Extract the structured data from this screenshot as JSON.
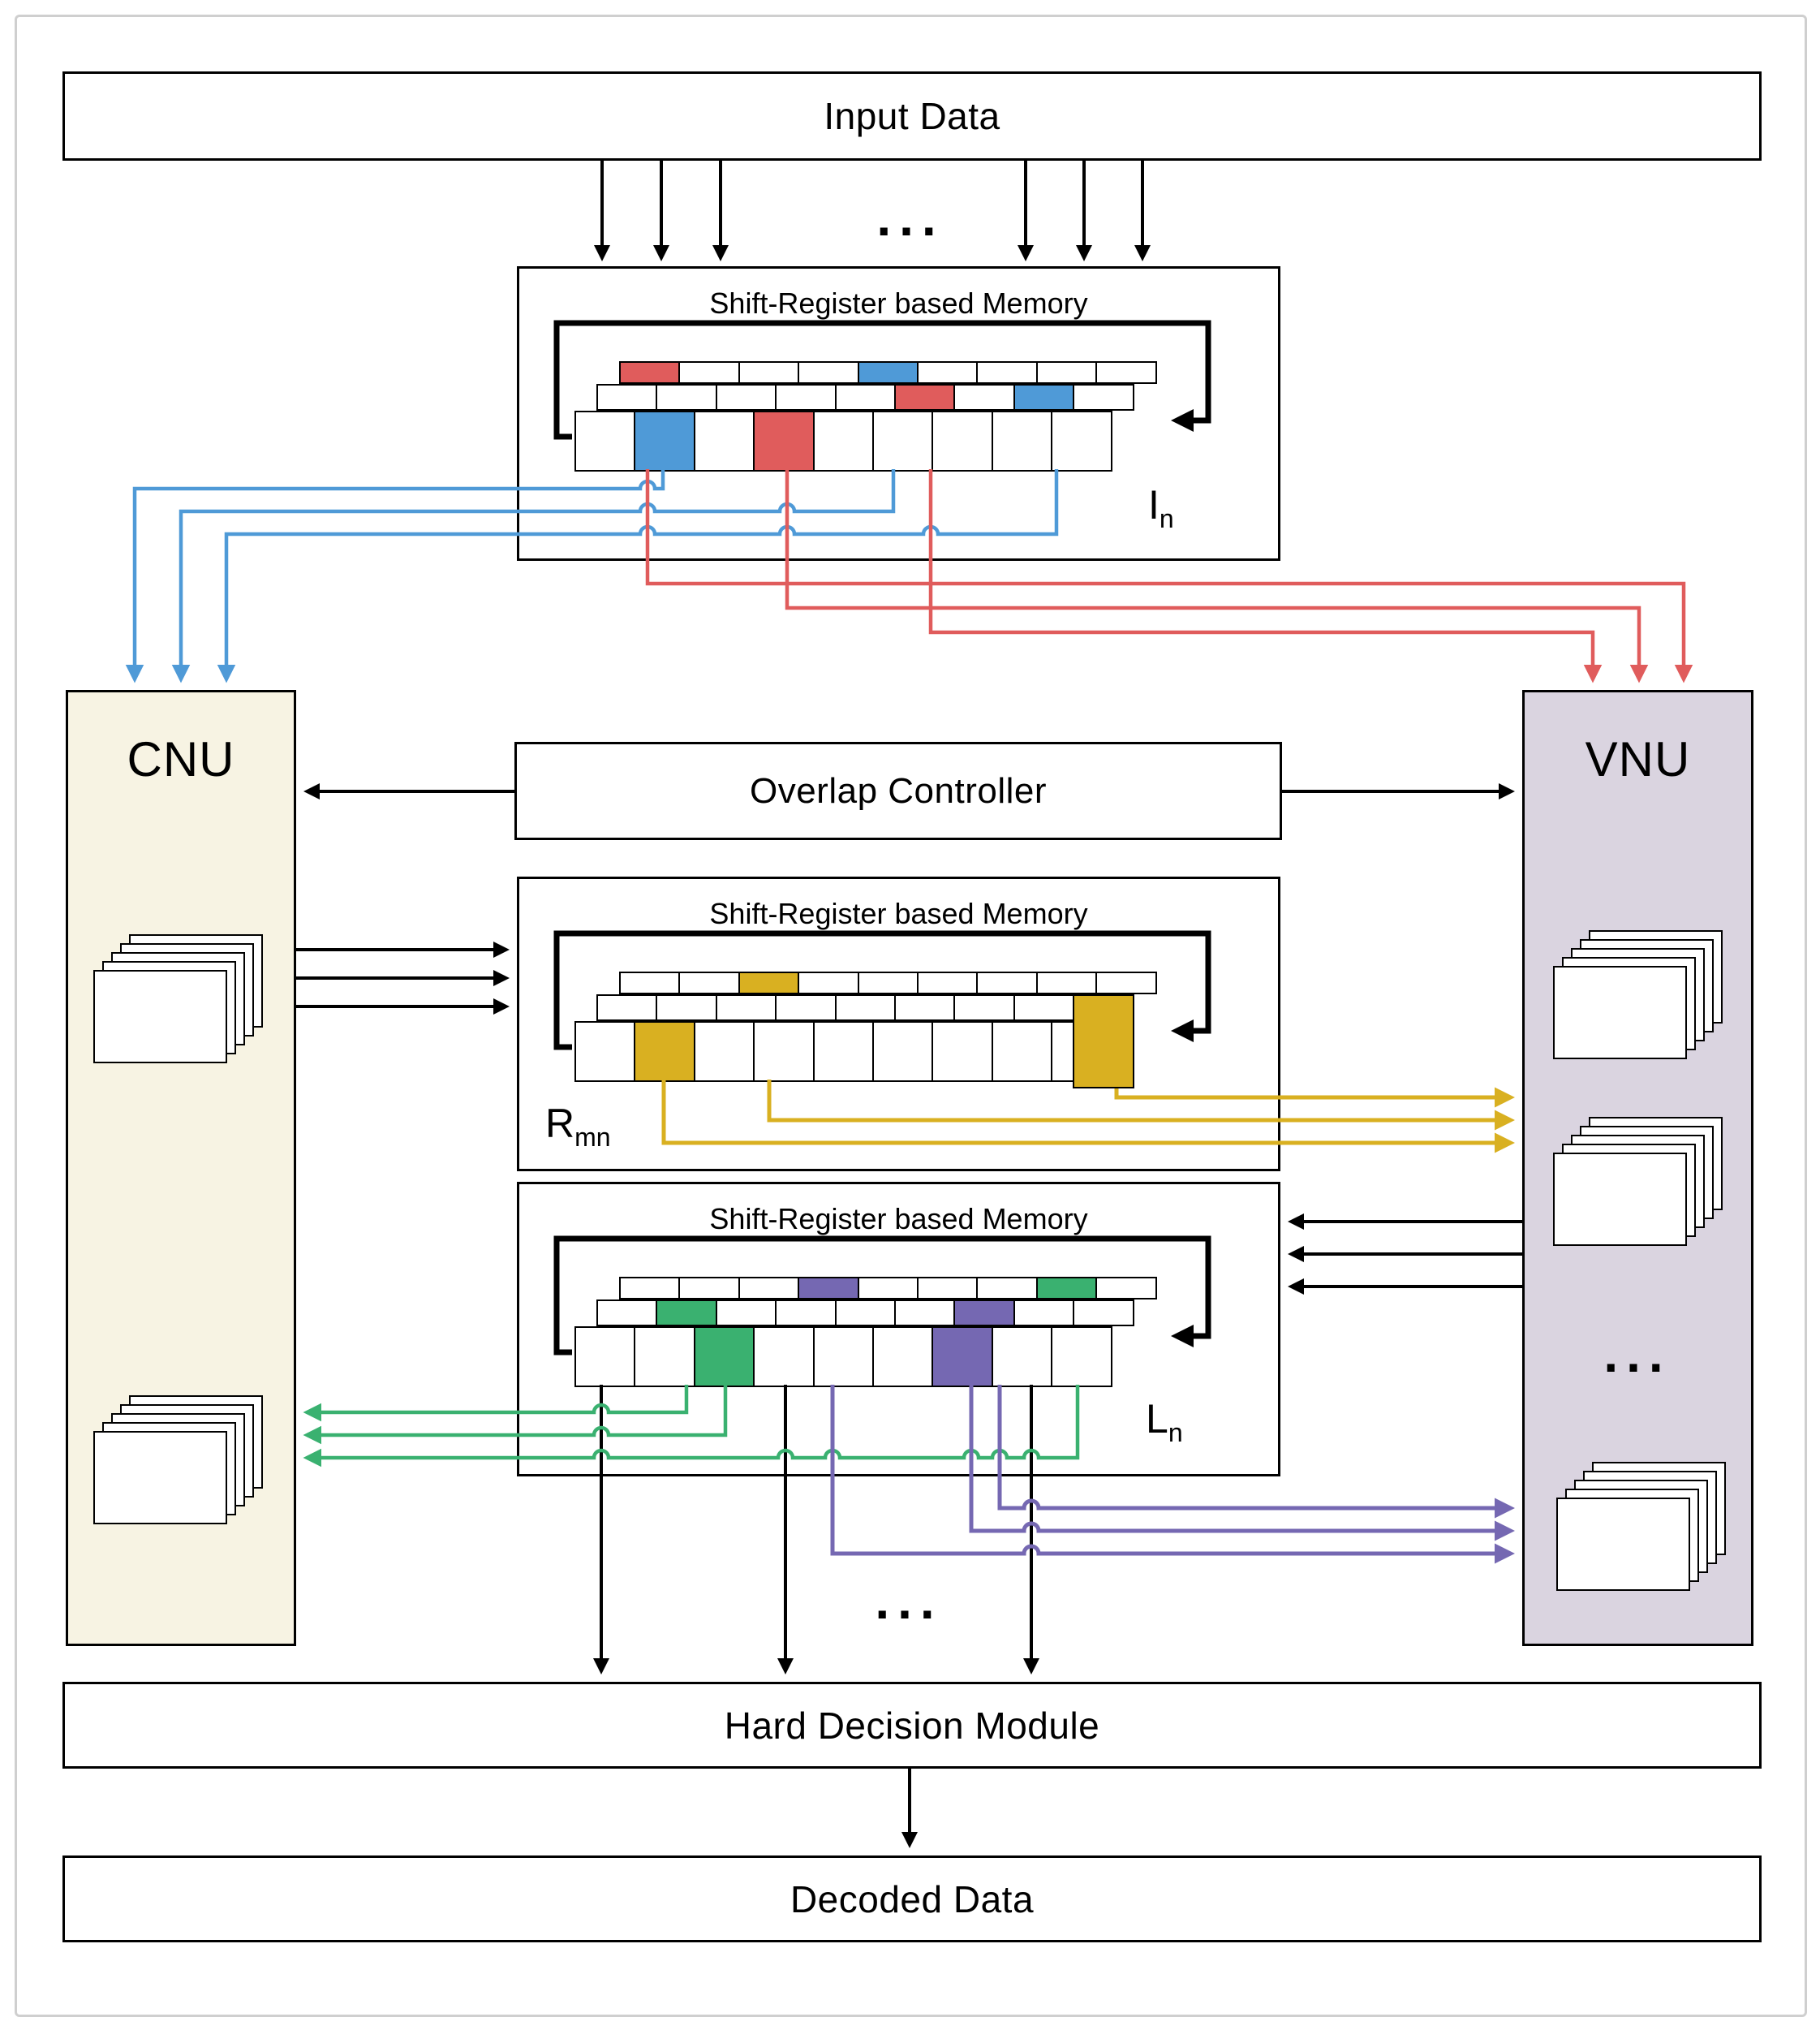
{
  "palette": {
    "red": "#e05c5c",
    "blue": "#4f9ad7",
    "yellow": "#d9b021",
    "green": "#3ab170",
    "purple": "#7568b2",
    "black": "#000000",
    "cnu_fill": "#f7f3e3",
    "vnu_fill": "#dad4e0",
    "frame_border": "#cfcfcf"
  },
  "blocks": {
    "input": {
      "label": "Input Data"
    },
    "overlap": {
      "label": "Overlap Controller"
    },
    "cnu": {
      "label": "CNU"
    },
    "vnu": {
      "label": "VNU"
    },
    "hard_decision": {
      "label": "Hard Decision Module"
    },
    "decoded": {
      "label": "Decoded Data"
    }
  },
  "memories": [
    {
      "title": "Shift-Register based Memory",
      "label_base": "I",
      "label_sub": "n",
      "rows": [
        {
          "cells": 9,
          "colored": {
            "0": "red",
            "4": "blue"
          }
        },
        {
          "cells": 9,
          "colored": {
            "5": "red",
            "7": "blue"
          }
        },
        {
          "cells": 9,
          "colored": {
            "1": "blue",
            "3": "red"
          }
        }
      ]
    },
    {
      "title": "Shift-Register based Memory",
      "label_base": "R",
      "label_sub": "mn",
      "rows": [
        {
          "cells": 9,
          "colored": {
            "2": "yellow"
          }
        },
        {
          "cells": 9,
          "colored": {
            "8": "yellow"
          },
          "tall": [
            8
          ]
        },
        {
          "cells": 9,
          "colored": {
            "1": "yellow"
          }
        }
      ]
    },
    {
      "title": "Shift-Register based Memory",
      "label_base": "L",
      "label_sub": "n",
      "rows": [
        {
          "cells": 9,
          "colored": {
            "3": "purple",
            "7": "green"
          }
        },
        {
          "cells": 9,
          "colored": {
            "1": "green",
            "6": "purple"
          }
        },
        {
          "cells": 9,
          "colored": {
            "2": "green",
            "6": "purple"
          }
        }
      ]
    }
  ],
  "ellipsis": {
    "input": "...",
    "vnu": "...",
    "output": "..."
  }
}
